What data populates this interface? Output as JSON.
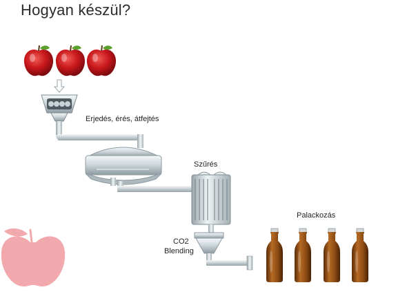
{
  "title": "Hogyan készül?",
  "steps": {
    "fermentation": "Erjedés, érés, átfejtés",
    "filtration": "Szűrés",
    "co2": "CO2",
    "blending": "Blending",
    "bottling": "Palackozás"
  },
  "icons": {
    "apples": [
      "apple-icon",
      "apple-icon",
      "apple-icon"
    ],
    "press": "fruit-press-icon",
    "tank": "fermentation-tank-icon",
    "filter": "filter-unit-icon",
    "blender": "blending-funnel-icon",
    "bottles": [
      "bottle-icon",
      "bottle-icon",
      "bottle-icon",
      "bottle-icon"
    ],
    "decoration": "apple-silhouette-icon"
  },
  "colors": {
    "apple_red": "#c8171c",
    "leaf_green": "#5aa02c",
    "metal": "#c9d2d6",
    "bottle_amber": "#8a4a13",
    "silhouette_pink": "#f2a9ad"
  }
}
